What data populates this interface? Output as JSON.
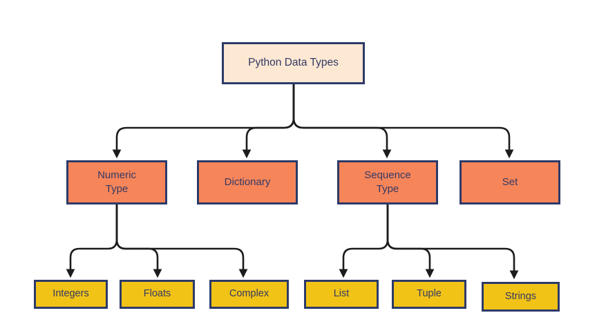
{
  "colors": {
    "background": "#ffffff",
    "root_fill": "#fce8d3",
    "branch_fill": "#f6855a",
    "leaf_fill": "#f1c317",
    "border": "#2c3a68",
    "text": "#343963",
    "line": "#1c1c1c"
  },
  "tree": {
    "label": "Python Data Types",
    "children": [
      {
        "label": "Numeric\nType",
        "children": [
          {
            "label": "Integers"
          },
          {
            "label": "Floats"
          },
          {
            "label": "Complex"
          }
        ]
      },
      {
        "label": "Dictionary",
        "children": []
      },
      {
        "label": "Sequence\nType",
        "children": [
          {
            "label": "List"
          },
          {
            "label": "Tuple"
          },
          {
            "label": "Strings"
          }
        ]
      },
      {
        "label": "Set",
        "children": []
      }
    ]
  }
}
